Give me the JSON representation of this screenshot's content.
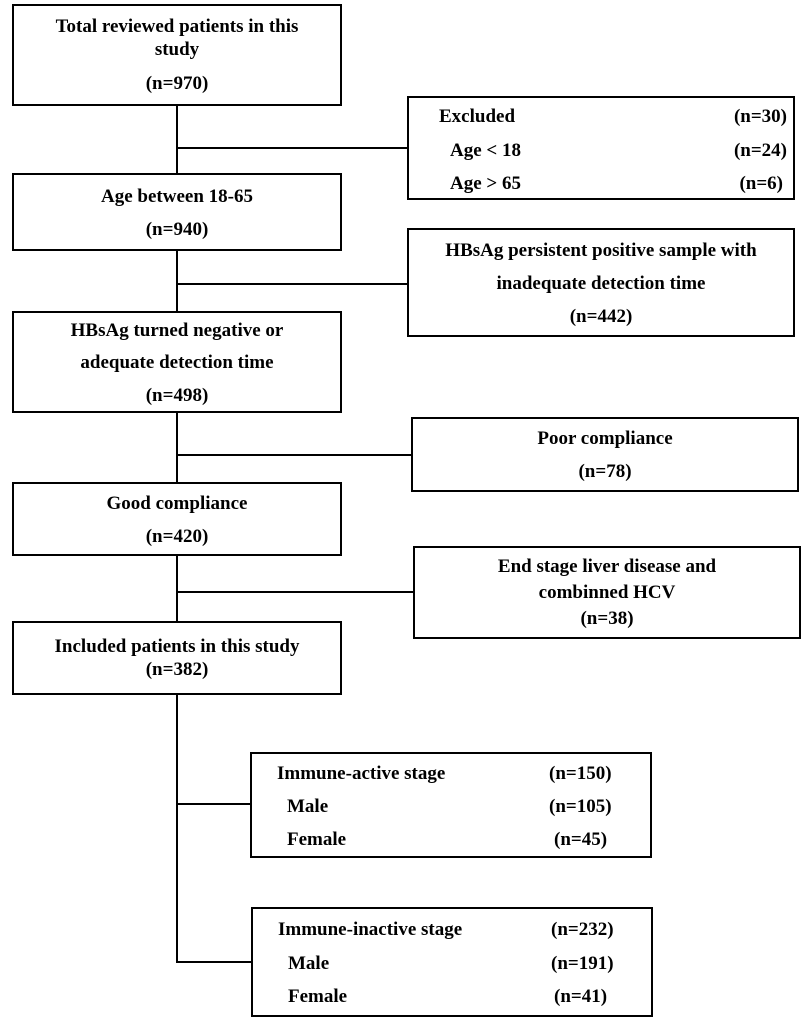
{
  "main": {
    "total": {
      "line1": "Total reviewed patients in this",
      "line2": "study",
      "count": "(n=970)"
    },
    "age": {
      "label": "Age between 18-65",
      "count": "(n=940)"
    },
    "hbsag_neg": {
      "line1": "HBsAg turned negative or",
      "line2": "adequate detection time",
      "count": "(n=498)"
    },
    "good": {
      "label": "Good compliance",
      "count": "(n=420)"
    },
    "included": {
      "label": "Included patients in this study",
      "count": "(n=382)"
    }
  },
  "side": {
    "excluded": {
      "label": "Excluded",
      "count": "(n=30)",
      "rows": [
        {
          "label": "Age < 18",
          "count": "(n=24)"
        },
        {
          "label": "Age > 65",
          "count": "(n=6)"
        }
      ]
    },
    "hbsag_pos": {
      "line1": "HBsAg persistent positive sample with",
      "line2": "inadequate detection time",
      "count": "(n=442)"
    },
    "poor": {
      "label": "Poor compliance",
      "count": "(n=78)"
    },
    "endstage": {
      "line1": "End stage liver disease and",
      "line2": "combinned HCV",
      "count": "(n=38)"
    }
  },
  "stages": [
    {
      "label": "Immune-active stage",
      "count": "(n=150)",
      "rows": [
        {
          "label": "Male",
          "count": "(n=105)"
        },
        {
          "label": "Female",
          "count": "(n=45)"
        }
      ]
    },
    {
      "label": "Immune-inactive stage",
      "count": "(n=232)",
      "rows": [
        {
          "label": "Male",
          "count": "(n=191)"
        },
        {
          "label": "Female",
          "count": "(n=41)"
        }
      ]
    }
  ]
}
